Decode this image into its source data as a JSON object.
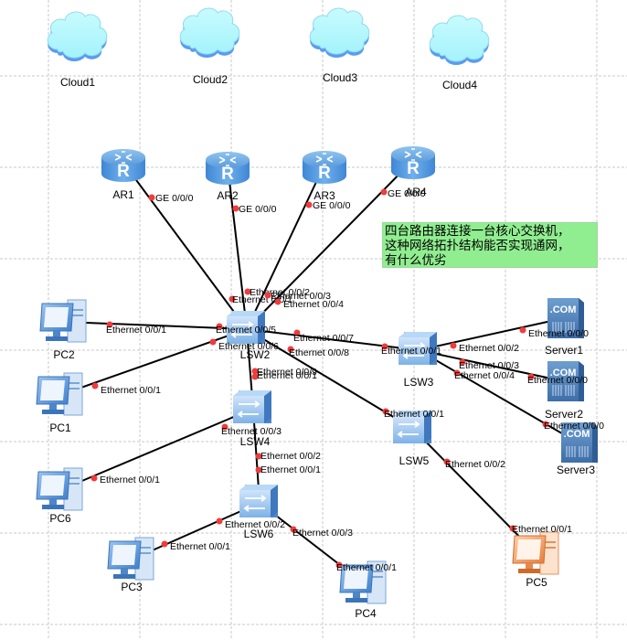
{
  "diagram": {
    "type": "network-topology",
    "note": "四台路由器连接一台核心交换机，\n这种网络拓扑结构能否实现通网，\n有什么优劣",
    "colors": {
      "link": "#000000",
      "port": "#f03c3c",
      "note_bg": "#90ee90",
      "cloud": "#aef5fb",
      "device_blue": "#5f94d0",
      "pc_orange": "#f4a46a"
    },
    "devices": [
      {
        "id": "Cloud1",
        "type": "cloud",
        "label": "Cloud1"
      },
      {
        "id": "Cloud2",
        "type": "cloud",
        "label": "Cloud2"
      },
      {
        "id": "Cloud3",
        "type": "cloud",
        "label": "Cloud3"
      },
      {
        "id": "Cloud4",
        "type": "cloud",
        "label": "Cloud4"
      },
      {
        "id": "AR1",
        "type": "router",
        "label": "AR1"
      },
      {
        "id": "AR2",
        "type": "router",
        "label": "AR2"
      },
      {
        "id": "AR3",
        "type": "router",
        "label": "AR3"
      },
      {
        "id": "AR4",
        "type": "router",
        "label": "AR4"
      },
      {
        "id": "LSW2",
        "type": "switch",
        "label": "LSW2"
      },
      {
        "id": "LSW3",
        "type": "switch",
        "label": "LSW3"
      },
      {
        "id": "LSW4",
        "type": "switch",
        "label": "LSW4"
      },
      {
        "id": "LSW5",
        "type": "switch",
        "label": "LSW5"
      },
      {
        "id": "LSW6",
        "type": "switch",
        "label": "LSW6"
      },
      {
        "id": "PC1",
        "type": "pc",
        "label": "PC1"
      },
      {
        "id": "PC2",
        "type": "pc",
        "label": "PC2"
      },
      {
        "id": "PC3",
        "type": "pc",
        "label": "PC3"
      },
      {
        "id": "PC4",
        "type": "pc",
        "label": "PC4"
      },
      {
        "id": "PC5",
        "type": "pc",
        "label": "PC5",
        "state": "highlighted"
      },
      {
        "id": "PC6",
        "type": "pc",
        "label": "PC6"
      },
      {
        "id": "Server1",
        "type": "server",
        "label": "Server1"
      },
      {
        "id": "Server2",
        "type": "server",
        "label": "Server2"
      },
      {
        "id": "Server3",
        "type": "server",
        "label": "Server3"
      }
    ],
    "links": [
      {
        "a": "AR1",
        "a_port": "GE 0/0/0",
        "b": "LSW2",
        "b_port": "Ethernet 0/0/1"
      },
      {
        "a": "AR2",
        "a_port": "GE 0/0/0",
        "b": "LSW2",
        "b_port": "Ethernet 0/0/2"
      },
      {
        "a": "AR3",
        "a_port": "GE 0/0/0",
        "b": "LSW2",
        "b_port": "Ethernet 0/0/3"
      },
      {
        "a": "AR4",
        "a_port": "GE 0/0/0",
        "b": "LSW2",
        "b_port": "Ethernet 0/0/4"
      },
      {
        "a": "PC2",
        "a_port": "Ethernet 0/0/1",
        "b": "LSW2",
        "b_port": "Ethernet 0/0/5"
      },
      {
        "a": "PC1",
        "a_port": "Ethernet 0/0/1",
        "b": "LSW2",
        "b_port": "Ethernet 0/0/6"
      },
      {
        "a": "LSW2",
        "a_port": "Ethernet 0/0/7",
        "b": "LSW3",
        "b_port": "Ethernet 0/0/1"
      },
      {
        "a": "LSW2",
        "a_port": "Ethernet 0/0/8",
        "b": "LSW5",
        "b_port": "Ethernet 0/0/1"
      },
      {
        "a": "LSW2",
        "a_port": "Ethernet 0/0/9",
        "b": "LSW4",
        "b_port": "Ethernet 0/0/1"
      },
      {
        "a": "LSW3",
        "a_port": "Ethernet 0/0/2",
        "b": "Server1",
        "b_port": "Ethernet 0/0/0"
      },
      {
        "a": "LSW3",
        "a_port": "Ethernet 0/0/3",
        "b": "Server2",
        "b_port": "Ethernet 0/0/0"
      },
      {
        "a": "LSW3",
        "a_port": "Ethernet 0/0/4",
        "b": "Server3",
        "b_port": "Ethernet 0/0/0"
      },
      {
        "a": "LSW4",
        "a_port": "Ethernet 0/0/3",
        "b": "PC6",
        "b_port": "Ethernet 0/0/1"
      },
      {
        "a": "LSW4",
        "a_port": "Ethernet 0/0/2",
        "b": "LSW6",
        "b_port": "Ethernet 0/0/1"
      },
      {
        "a": "LSW6",
        "a_port": "Ethernet 0/0/2",
        "b": "PC3",
        "b_port": "Ethernet 0/0/1"
      },
      {
        "a": "LSW6",
        "a_port": "Ethernet 0/0/3",
        "b": "PC4",
        "b_port": "Ethernet 0/0/1"
      },
      {
        "a": "LSW5",
        "a_port": "Ethernet 0/0/2",
        "b": "PC5",
        "b_port": "Ethernet 0/0/1"
      }
    ]
  }
}
